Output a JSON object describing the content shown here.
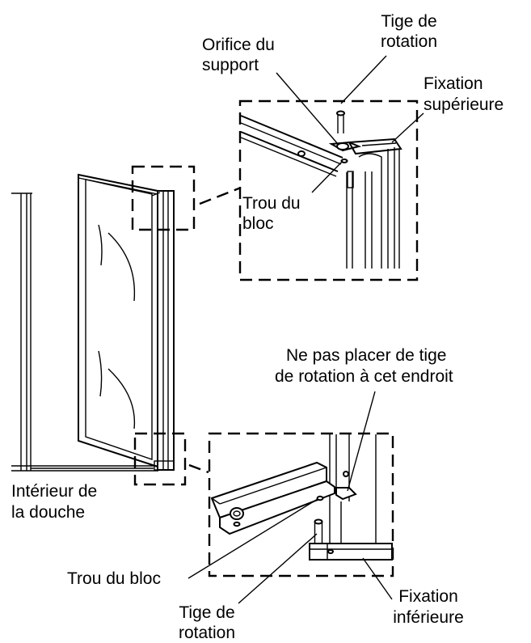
{
  "labels": {
    "tige_top_1": "Tige de",
    "tige_top_2": "rotation",
    "orifice_1": "Orifice du",
    "orifice_2": "support",
    "fixation_sup_1": "Fixation",
    "fixation_sup_2": "supérieure",
    "trou_bloc_top_1": "Trou du",
    "trou_bloc_top_2": "bloc",
    "ne_pas_1": "Ne pas placer de tige",
    "ne_pas_2": "de rotation à cet endroit",
    "interieur_1": "Intérieur de",
    "interieur_2": "la douche",
    "trou_bloc_bottom": "Trou du bloc",
    "tige_bottom_1": "Tige de",
    "tige_bottom_2": "rotation",
    "fixation_inf_1": "Fixation",
    "fixation_inf_2": "inférieure"
  }
}
